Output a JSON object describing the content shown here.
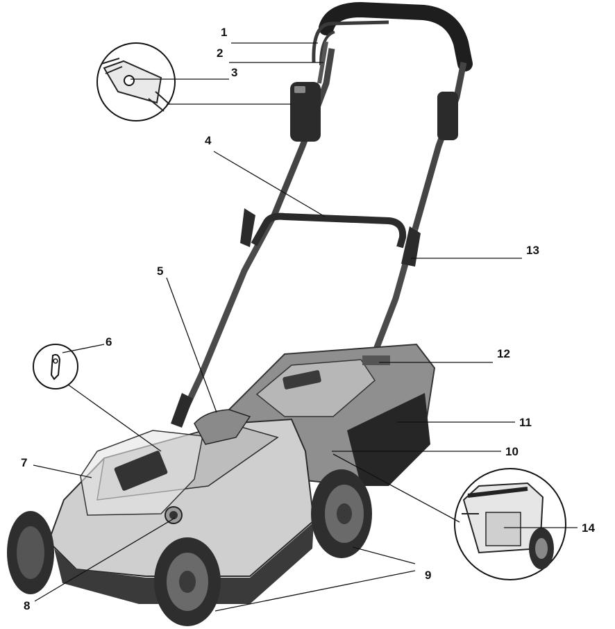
{
  "callouts": [
    {
      "id": "1",
      "label": "1"
    },
    {
      "id": "2",
      "label": "2"
    },
    {
      "id": "3",
      "label": "3"
    },
    {
      "id": "4",
      "label": "4"
    },
    {
      "id": "5",
      "label": "5"
    },
    {
      "id": "6",
      "label": "6"
    },
    {
      "id": "7",
      "label": "7"
    },
    {
      "id": "8",
      "label": "8"
    },
    {
      "id": "9",
      "label": "9"
    },
    {
      "id": "10",
      "label": "10"
    },
    {
      "id": "11",
      "label": "11"
    },
    {
      "id": "12",
      "label": "12"
    },
    {
      "id": "13",
      "label": "13"
    },
    {
      "id": "14",
      "label": "14"
    }
  ],
  "colors": {
    "handle": "#2b2b2b",
    "body_light": "#cfcfcf",
    "body_mid": "#9a9a9a",
    "body_dark": "#3a3a3a",
    "wheel": "#2e2e2e",
    "grass_bag": "#262626",
    "line": "#111111"
  }
}
